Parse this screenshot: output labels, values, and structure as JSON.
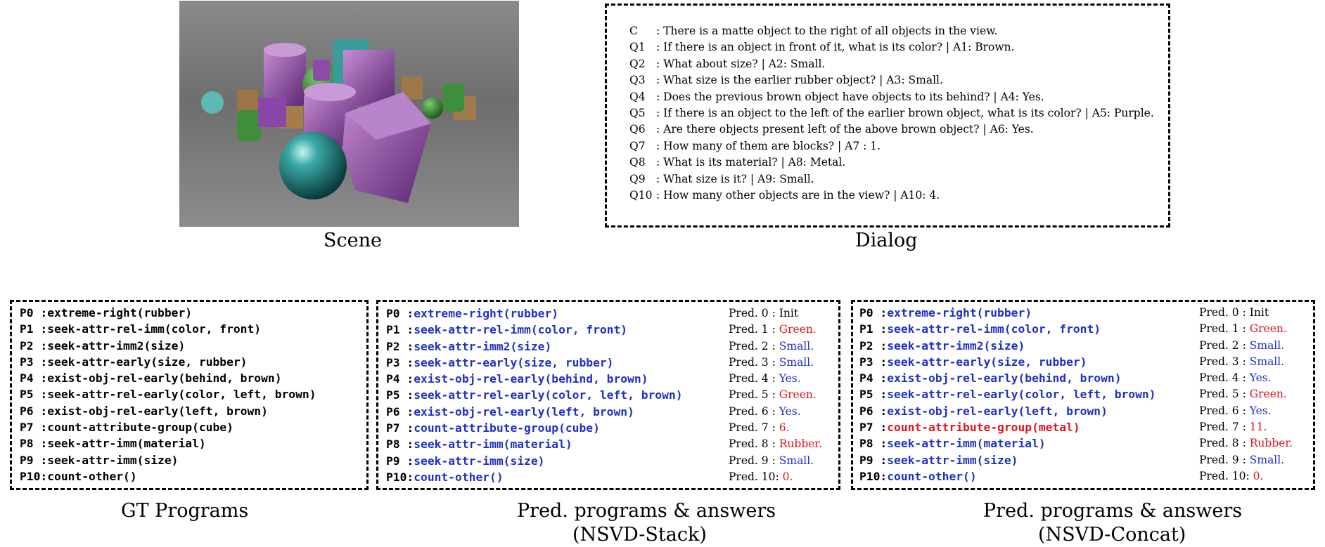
{
  "captions": {
    "scene": "Scene",
    "dialog": "Dialog",
    "gt": "GT Programs",
    "stack_l1": "Pred. programs & answers",
    "stack_l2": "(NSVD-Stack)",
    "concat_l1": "Pred. programs & answers",
    "concat_l2": "(NSVD-Concat)"
  },
  "dialog": [
    {
      "label": "C",
      "text": ": There is a matte object to the right of all objects in the view."
    },
    {
      "label": "Q1",
      "text": ": If there is an object in front of it, what is its color? | A1:  Brown."
    },
    {
      "label": "Q2",
      "text": ": What about size? | A2: Small."
    },
    {
      "label": "Q3",
      "text": ": What size is the earlier rubber object? | A3: Small."
    },
    {
      "label": "Q4",
      "text": ": Does the previous brown object have objects to its behind? | A4: Yes."
    },
    {
      "label": "Q5",
      "text": ": If there is an object to the left of the earlier brown object, what is its color? | A5: Purple."
    },
    {
      "label": "Q6",
      "text": ": Are there objects present left of the above brown object? | A6: Yes."
    },
    {
      "label": "Q7",
      "text": ": How many of them are blocks? | A7 : 1."
    },
    {
      "label": "Q8",
      "text": ": What is its material? | A8: Metal."
    },
    {
      "label": "Q9",
      "text": ": What size is it? | A9: Small."
    },
    {
      "label": "Q10",
      "text": ": How many other objects are in the view? | A10: 4."
    }
  ],
  "gt_programs": [
    {
      "id": "P0 :",
      "code": "extreme-right(rubber)"
    },
    {
      "id": "P1 :",
      "code": "seek-attr-rel-imm(color, front)"
    },
    {
      "id": "P2 :",
      "code": "seek-attr-imm2(size)"
    },
    {
      "id": "P3 :",
      "code": "seek-attr-early(size, rubber)"
    },
    {
      "id": "P4 :",
      "code": "exist-obj-rel-early(behind, brown)"
    },
    {
      "id": "P5 :",
      "code": "seek-attr-rel-early(color, left, brown)"
    },
    {
      "id": "P6 :",
      "code": "exist-obj-rel-early(left, brown)"
    },
    {
      "id": "P7 :",
      "code": "count-attribute-group(cube)"
    },
    {
      "id": "P8 :",
      "code": "seek-attr-imm(material)"
    },
    {
      "id": "P9 :",
      "code": "seek-attr-imm(size)"
    },
    {
      "id": "P10:",
      "code": "count-other()"
    }
  ],
  "stack_programs": [
    {
      "id": "P0 :",
      "code": "extreme-right(rubber)",
      "color": "blue"
    },
    {
      "id": "P1 :",
      "code": "seek-attr-rel-imm(color, front)",
      "color": "blue"
    },
    {
      "id": "P2 :",
      "code": "seek-attr-imm2(size)",
      "color": "blue"
    },
    {
      "id": "P3 :",
      "code": "seek-attr-early(size, rubber)",
      "color": "blue"
    },
    {
      "id": "P4 :",
      "code": "exist-obj-rel-early(behind, brown)",
      "color": "blue"
    },
    {
      "id": "P5 :",
      "code": "seek-attr-rel-early(color, left, brown)",
      "color": "blue"
    },
    {
      "id": "P6 :",
      "code": "exist-obj-rel-early(left, brown)",
      "color": "blue"
    },
    {
      "id": "P7 :",
      "code": "count-attribute-group(cube)",
      "color": "blue"
    },
    {
      "id": "P8 :",
      "code": "seek-attr-imm(material)",
      "color": "blue"
    },
    {
      "id": "P9 :",
      "code": "seek-attr-imm(size)",
      "color": "blue"
    },
    {
      "id": "P10:",
      "code": "count-other()",
      "color": "blue"
    }
  ],
  "stack_preds": [
    {
      "label": "Pred. 0 :",
      "value": "Init",
      "color": "black"
    },
    {
      "label": "Pred. 1 :",
      "value": "Green.",
      "color": "red"
    },
    {
      "label": "Pred. 2 :",
      "value": "Small.",
      "color": "blue"
    },
    {
      "label": "Pred. 3 :",
      "value": "Small.",
      "color": "blue"
    },
    {
      "label": "Pred. 4 :",
      "value": "Yes.",
      "color": "blue"
    },
    {
      "label": "Pred. 5 :",
      "value": "Green.",
      "color": "red"
    },
    {
      "label": "Pred. 6 :",
      "value": "Yes.",
      "color": "blue"
    },
    {
      "label": "Pred. 7 :",
      "value": "6.",
      "color": "red"
    },
    {
      "label": "Pred. 8 :",
      "value": "Rubber.",
      "color": "red"
    },
    {
      "label": "Pred. 9 :",
      "value": "Small.",
      "color": "blue"
    },
    {
      "label": "Pred. 10:",
      "value": "0.",
      "color": "red"
    }
  ],
  "concat_programs": [
    {
      "id": "P0 :",
      "code": "extreme-right(rubber)",
      "color": "blue"
    },
    {
      "id": "P1 :",
      "code": "seek-attr-rel-imm(color, front)",
      "color": "blue"
    },
    {
      "id": "P2 :",
      "code": "seek-attr-imm2(size)",
      "color": "blue"
    },
    {
      "id": "P3 :",
      "code": "seek-attr-early(size, rubber)",
      "color": "blue"
    },
    {
      "id": "P4 :",
      "code": "exist-obj-rel-early(behind, brown)",
      "color": "blue"
    },
    {
      "id": "P5 :",
      "code": "seek-attr-rel-early(color, left, brown)",
      "color": "blue"
    },
    {
      "id": "P6 :",
      "code": "exist-obj-rel-early(left, brown)",
      "color": "blue"
    },
    {
      "id": "P7 :",
      "code": "count-attribute-group(metal)",
      "color": "red"
    },
    {
      "id": "P8 :",
      "code": "seek-attr-imm(material)",
      "color": "blue"
    },
    {
      "id": "P9 :",
      "code": "seek-attr-imm(size)",
      "color": "blue"
    },
    {
      "id": "P10:",
      "code": "count-other()",
      "color": "blue"
    }
  ],
  "concat_preds": [
    {
      "label": "Pred. 0 :",
      "value": "Init",
      "color": "black"
    },
    {
      "label": "Pred. 1 :",
      "value": "Green.",
      "color": "red"
    },
    {
      "label": "Pred. 2 :",
      "value": "Small.",
      "color": "blue"
    },
    {
      "label": "Pred. 3 :",
      "value": "Small.",
      "color": "blue"
    },
    {
      "label": "Pred. 4 :",
      "value": "Yes.",
      "color": "blue"
    },
    {
      "label": "Pred. 5 :",
      "value": "Green.",
      "color": "red"
    },
    {
      "label": "Pred. 6 :",
      "value": "Yes.",
      "color": "blue"
    },
    {
      "label": "Pred. 7 :",
      "value": "11.",
      "color": "red"
    },
    {
      "label": "Pred. 8 :",
      "value": "Rubber.",
      "color": "red"
    },
    {
      "label": "Pred. 9 :",
      "value": "Small.",
      "color": "blue"
    },
    {
      "label": "Pred. 10:",
      "value": "0.",
      "color": "red"
    }
  ],
  "colors": {
    "blue": "#1f2fc8",
    "red": "#e0141e",
    "black": "#000000"
  }
}
